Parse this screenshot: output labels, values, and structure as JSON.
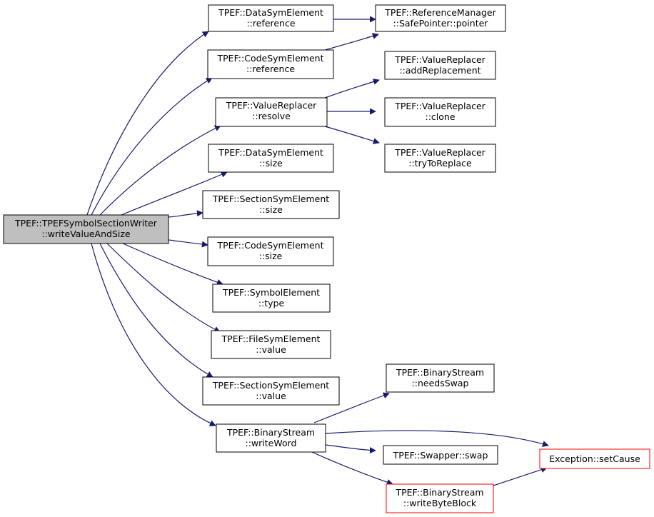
{
  "colors": {
    "edge": "#191970",
    "node_border": "#000000",
    "node_border_truncated": "#ff0000",
    "root_fill": "#bfbfbf",
    "node_fill": "#ffffff"
  },
  "nodes": {
    "root": {
      "line1": "TPEF::TPEFSymbolSectionWriter",
      "line2": "::writeValueAndSize"
    },
    "data_ref": {
      "line1": "TPEF::DataSymElement",
      "line2": "::reference"
    },
    "code_ref": {
      "line1": "TPEF::CodeSymElement",
      "line2": "::reference"
    },
    "resolve": {
      "line1": "TPEF::ValueReplacer",
      "line2": "::resolve"
    },
    "data_size": {
      "line1": "TPEF::DataSymElement",
      "line2": "::size"
    },
    "section_size": {
      "line1": "TPEF::SectionSymElement",
      "line2": "::size"
    },
    "code_size": {
      "line1": "TPEF::CodeSymElement",
      "line2": "::size"
    },
    "symbol_type": {
      "line1": "TPEF::SymbolElement",
      "line2": "::type"
    },
    "file_value": {
      "line1": "TPEF::FileSymElement",
      "line2": "::value"
    },
    "section_value": {
      "line1": "TPEF::SectionSymElement",
      "line2": "::value"
    },
    "write_word": {
      "line1": "TPEF::BinaryStream",
      "line2": "::writeWord"
    },
    "safe_pointer": {
      "line1": "TPEF::ReferenceManager",
      "line2": "::SafePointer::pointer"
    },
    "add_replacement": {
      "line1": "TPEF::ValueReplacer",
      "line2": "::addReplacement"
    },
    "clone": {
      "line1": "TPEF::ValueReplacer",
      "line2": "::clone"
    },
    "try_replace": {
      "line1": "TPEF::ValueReplacer",
      "line2": "::tryToReplace"
    },
    "needs_swap": {
      "line1": "TPEF::BinaryStream",
      "line2": "::needsSwap"
    },
    "swap": {
      "line1": "TPEF::Swapper::swap"
    },
    "write_byte_block": {
      "line1": "TPEF::BinaryStream",
      "line2": "::writeByteBlock"
    },
    "set_cause": {
      "line1": "Exception::setCause"
    }
  }
}
